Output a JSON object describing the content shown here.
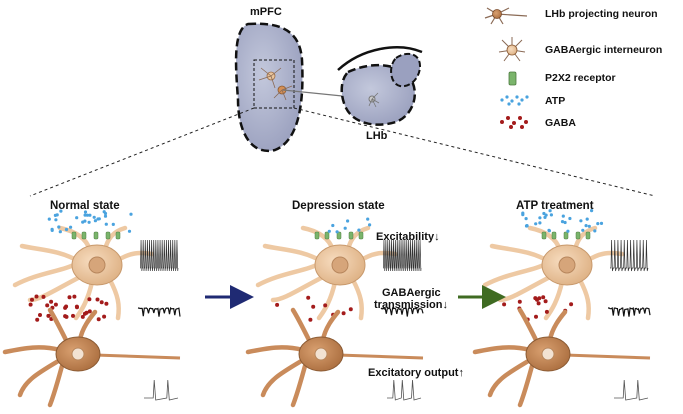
{
  "top": {
    "mpfc_label": "mPFC",
    "lhb_label": "LHb"
  },
  "legend": {
    "items": [
      {
        "icon": "lhb-projecting-neuron-icon",
        "label": "LHb projecting neuron"
      },
      {
        "icon": "gabaergic-interneuron-icon",
        "label": "GABAergic interneuron"
      },
      {
        "icon": "p2x2-receptor-icon",
        "label": "P2X2 receptor"
      },
      {
        "icon": "atp-dots-icon",
        "label": "ATP"
      },
      {
        "icon": "gaba-dots-icon",
        "label": "GABA"
      }
    ]
  },
  "panels": [
    {
      "title": "Normal state",
      "state": "normal"
    },
    {
      "title": "Depression state",
      "state": "depression"
    },
    {
      "title": "ATP treatment",
      "state": "atp"
    }
  ],
  "annotations": {
    "excitability": "Excitability↓",
    "gaba_line1": "GABAergic",
    "gaba_line2": "transmission↓",
    "excitatory_output": "Excitatory output↑"
  },
  "colors": {
    "region_fill": "#a7adc6",
    "neuron_light": "#eec9a3",
    "neuron_dark": "#c98b5b",
    "receptor": "#7ab46b",
    "atp": "#4aa3df",
    "gaba": "#a31b1b",
    "arrow_blue": "#1f2a73",
    "arrow_green": "#3f6b22"
  }
}
